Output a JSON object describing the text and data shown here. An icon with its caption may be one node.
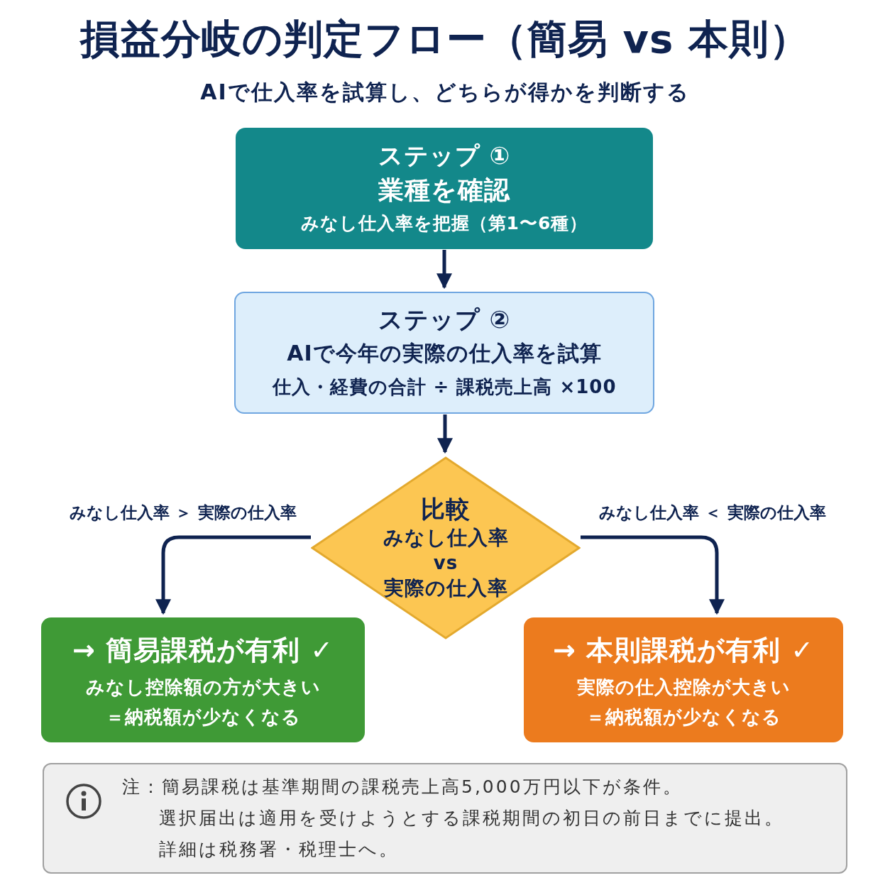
{
  "diagram": {
    "title": "損益分岐の判定フロー（簡易 vs 本則）",
    "nodes": [
      {
        "text": [
          "ステップ ①",
          "業種を確認",
          "みなし仕入率を把握（第1〜6種）"
        ]
      },
      {
        "text": [
          "ステップ ②",
          "AIで今年の実際の仕入率を試算",
          "仕入・経費の合計 ÷ 課税売上高 ×100"
        ]
      },
      {
        "text": [
          "比較",
          "みなし仕入率",
          "vs",
          "実際の仕入率"
        ]
      },
      {
        "text": [
          "→ 簡易課税が有利 ✓",
          "みなし控除額の方が大きい",
          "＝納税額が少なくなる"
        ]
      },
      {
        "text": [
          "→ 本則課税が有利 ✓",
          "実際の仕入控除が大きい",
          "＝納税額が少なくなる"
        ]
      },
      {
        "text": [
          "注：簡易課税は基準期間の課税売上高5,000万円以下が条件。",
          "選択届出は適用を受けようとする課税期間の初日の前日までに提出。",
          "詳細は税務署・税理士へ。"
        ]
      }
    ],
    "edges": [
      {
        "from": 0,
        "to": 1,
        "arrow": "to"
      },
      {
        "from": 1,
        "to": 2,
        "arrow": "to"
      },
      {
        "from": 2,
        "to": 3,
        "arrow": "to",
        "label": "みなし仕入率 ＞ 実際の仕入率"
      },
      {
        "from": 2,
        "to": 4,
        "arrow": "to",
        "label": "みなし仕入率 ＜ 実際の仕入率"
      }
    ],
    "labels": [
      "AIで仕入率を試算し、どちらが得かを判断する"
    ]
  }
}
